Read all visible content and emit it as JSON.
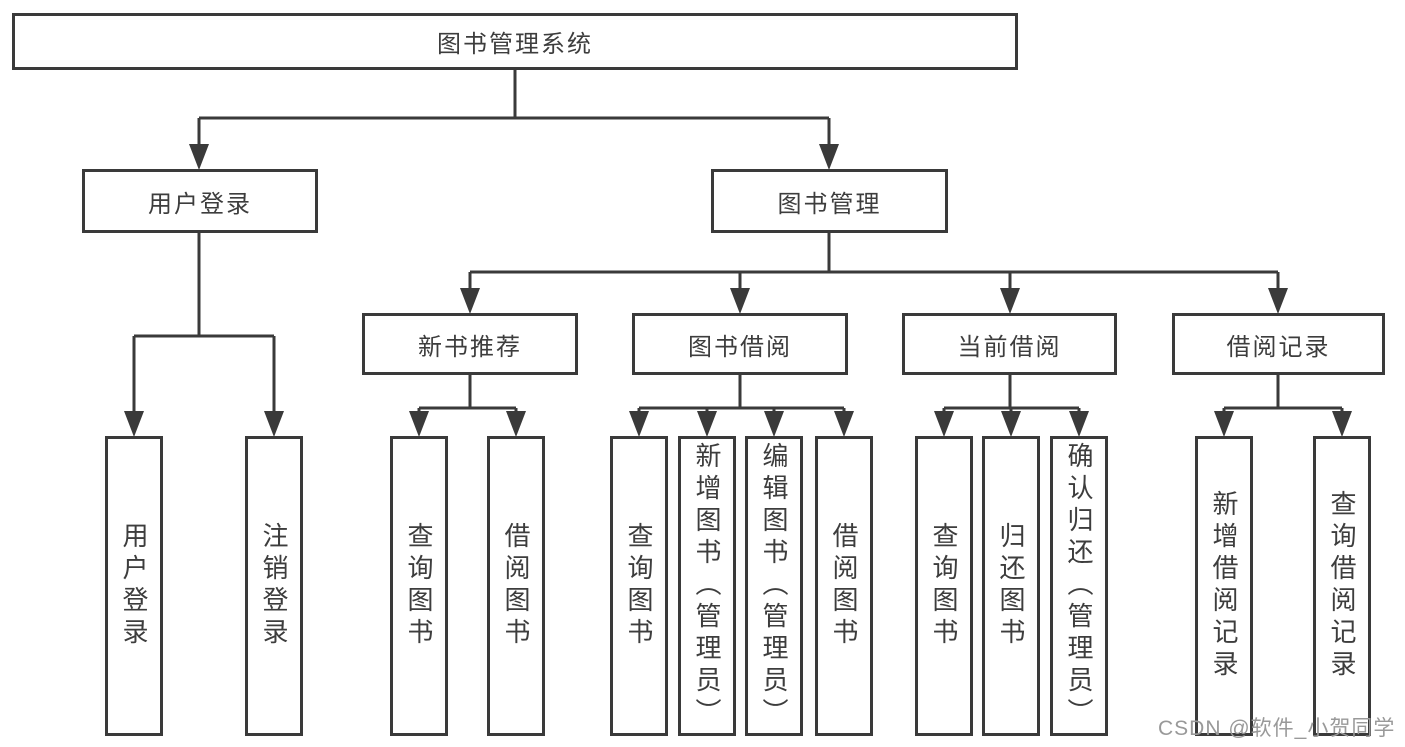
{
  "tree": {
    "label": "图书管理系统",
    "children": [
      {
        "label": "用户登录",
        "children": [
          {
            "label": "用户登录"
          },
          {
            "label": "注销登录"
          }
        ]
      },
      {
        "label": "图书管理",
        "children": [
          {
            "label": "新书推荐",
            "children": [
              {
                "label": "查询图书"
              },
              {
                "label": "借阅图书"
              }
            ]
          },
          {
            "label": "图书借阅",
            "children": [
              {
                "label": "查询图书"
              },
              {
                "label": "新增图书（管理员）"
              },
              {
                "label": "编辑图书（管理员）"
              },
              {
                "label": "借阅图书"
              }
            ]
          },
          {
            "label": "当前借阅",
            "children": [
              {
                "label": "查询图书"
              },
              {
                "label": "归还图书"
              },
              {
                "label": "确认归还（管理员）"
              }
            ]
          },
          {
            "label": "借阅记录",
            "children": [
              {
                "label": "新增借阅记录"
              },
              {
                "label": "查询借阅记录"
              }
            ]
          }
        ]
      }
    ]
  },
  "watermark": "CSDN @软件_小贺同学",
  "colors": {
    "line": "#3a3a3a",
    "text": "#3d3d3d",
    "background": "#ffffff",
    "watermark": "#999999"
  }
}
